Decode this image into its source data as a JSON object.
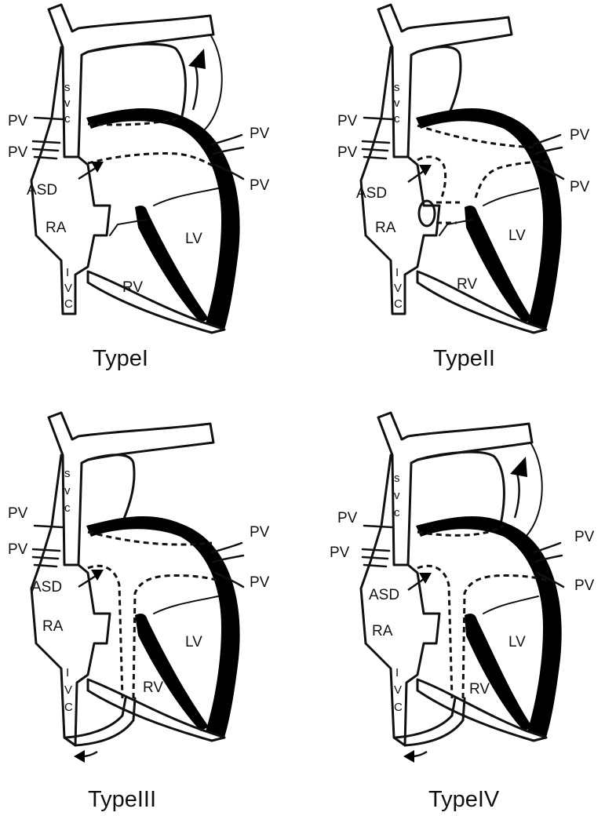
{
  "panels": [
    {
      "caption": "TypeI",
      "labels": {
        "pv": "PV",
        "asd": "ASD",
        "ra": "RA",
        "lv": "LV",
        "rv": "RV",
        "svc": [
          "s",
          "v",
          "c"
        ],
        "ivc": [
          "I",
          "V",
          "C"
        ]
      }
    },
    {
      "caption": "TypeII",
      "labels": {
        "pv": "PV",
        "asd": "ASD",
        "ra": "RA",
        "lv": "LV",
        "rv": "RV",
        "svc": [
          "s",
          "v",
          "c"
        ],
        "ivc": [
          "I",
          "V",
          "C"
        ]
      }
    },
    {
      "caption": "TypeIII",
      "labels": {
        "pv": "PV",
        "asd": "ASD",
        "ra": "RA",
        "lv": "LV",
        "rv": "RV",
        "svc": [
          "s",
          "v",
          "c"
        ],
        "ivc": [
          "I",
          "V",
          "C"
        ]
      }
    },
    {
      "caption": "TypeIV",
      "labels": {
        "pv": "PV",
        "asd": "ASD",
        "ra": "RA",
        "lv": "LV",
        "rv": "RV",
        "svc": [
          "s",
          "v",
          "c"
        ],
        "ivc": [
          "I",
          "V",
          "C"
        ]
      }
    }
  ]
}
